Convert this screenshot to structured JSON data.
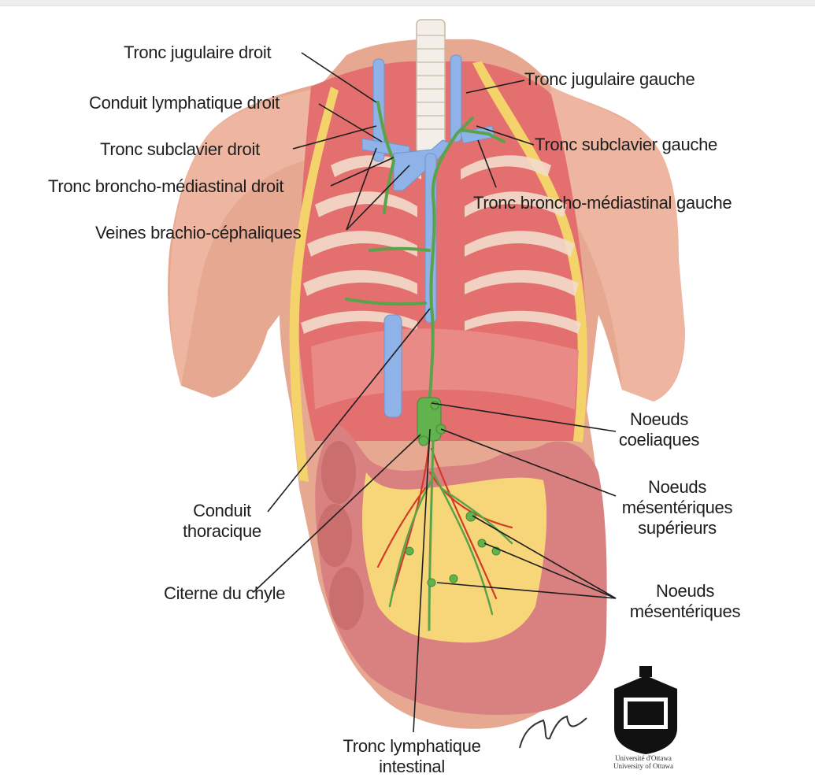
{
  "labels": {
    "tronc_jugulaire_droit": "Tronc jugulaire droit",
    "conduit_lymphatique_droit": "Conduit lymphatique droit",
    "tronc_subclavier_droit": "Tronc subclavier droit",
    "tronc_broncho_mediastinal_droit": "Tronc broncho-médiastinal droit",
    "veines_brachio_cephaliques": "Veines brachio-céphaliques",
    "tronc_jugulaire_gauche": "Tronc jugulaire gauche",
    "tronc_subclavier_gauche": "Tronc subclavier gauche",
    "tronc_broncho_mediastinal_gauche": "Tronc broncho-médiastinal gauche",
    "noeuds_coeliaques_1": "Noeuds",
    "noeuds_coeliaques_2": "coeliaques",
    "noeuds_mes_sup_1": "Noeuds",
    "noeuds_mes_sup_2": "mésentériques",
    "noeuds_mes_sup_3": "supérieurs",
    "noeuds_mes_1": "Noeuds",
    "noeuds_mes_2": "mésentériques",
    "conduit_thoracique_1": "Conduit",
    "conduit_thoracique_2": "thoracique",
    "citerne_du_chyle": "Citerne du chyle",
    "tronc_lymphatique_intestinal_1": "Tronc lymphatique",
    "tronc_lymphatique_intestinal_2": "intestinal"
  },
  "logo": {
    "line1": "Université d'Ottawa",
    "line2": "University of Ottawa"
  },
  "colors": {
    "skin": "#e7a892",
    "muscle": "#e46f6f",
    "rib": "#f2dccb",
    "vein": "#8fb3e8",
    "lymph": "#5aa34a",
    "fat": "#f4d36b",
    "intestine": "#d98080",
    "mesentery": "#f7d679"
  }
}
